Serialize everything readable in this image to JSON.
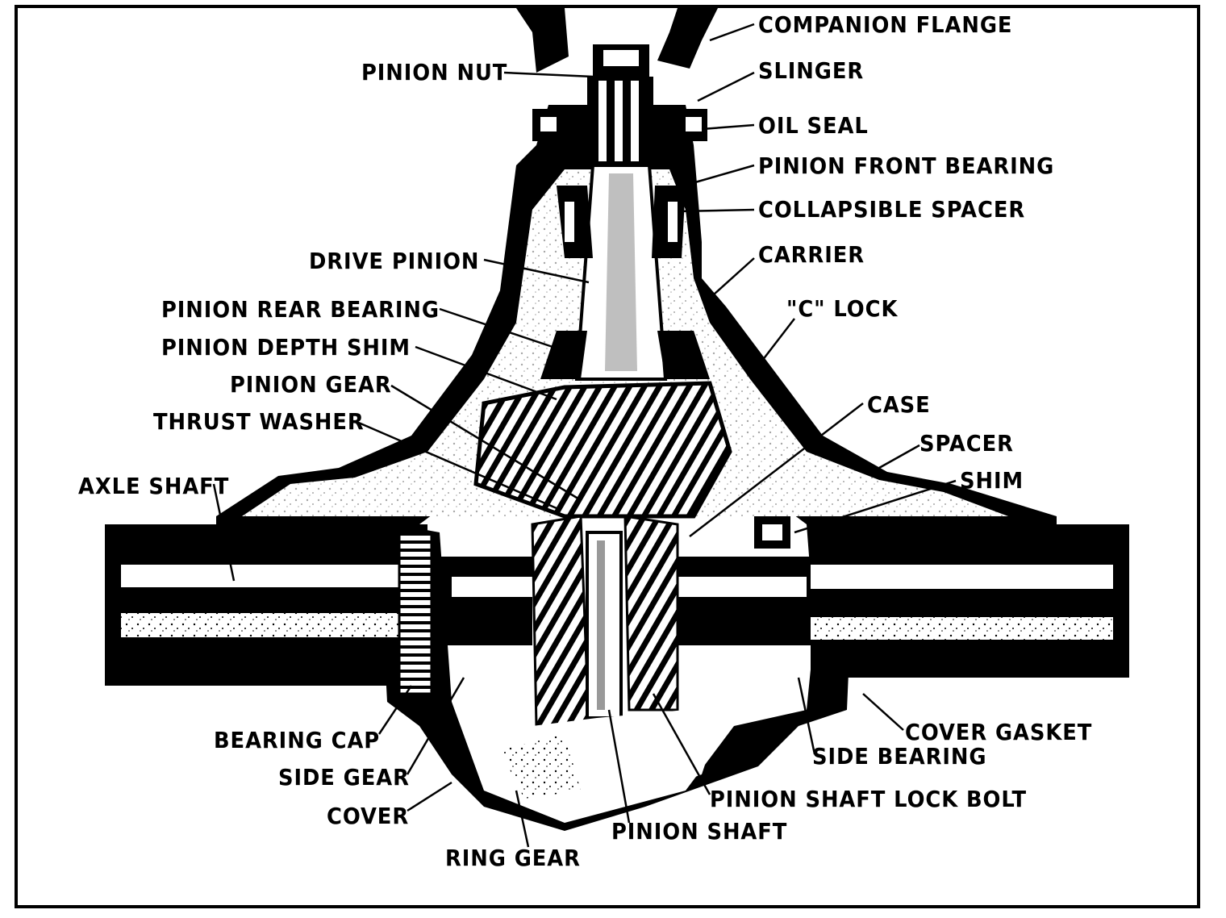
{
  "labels": {
    "companion_flange": "COMPANION FLANGE",
    "slinger": "SLINGER",
    "oil_seal": "OIL SEAL",
    "pinion_front_bearing": "PINION FRONT BEARING",
    "collapsible_spacer": "COLLAPSIBLE SPACER",
    "carrier": "CARRIER",
    "c_lock": "\"C\" LOCK",
    "case": "CASE",
    "spacer": "SPACER",
    "shim": "SHIM",
    "pinion_nut": "PINION NUT",
    "drive_pinion": "DRIVE PINION",
    "pinion_rear_bearing": "PINION REAR BEARING",
    "pinion_depth_shim": "PINION DEPTH SHIM",
    "pinion_gear": "PINION GEAR",
    "thrust_washer": "THRUST WASHER",
    "axle_shaft": "AXLE SHAFT",
    "bearing_cap": "BEARING CAP",
    "side_gear": "SIDE GEAR",
    "cover": "COVER",
    "ring_gear": "RING GEAR",
    "pinion_shaft": "PINION SHAFT",
    "pinion_shaft_lock_bolt": "PINION SHAFT LOCK BOLT",
    "side_bearing": "SIDE BEARING",
    "cover_gasket": "COVER GASKET"
  }
}
